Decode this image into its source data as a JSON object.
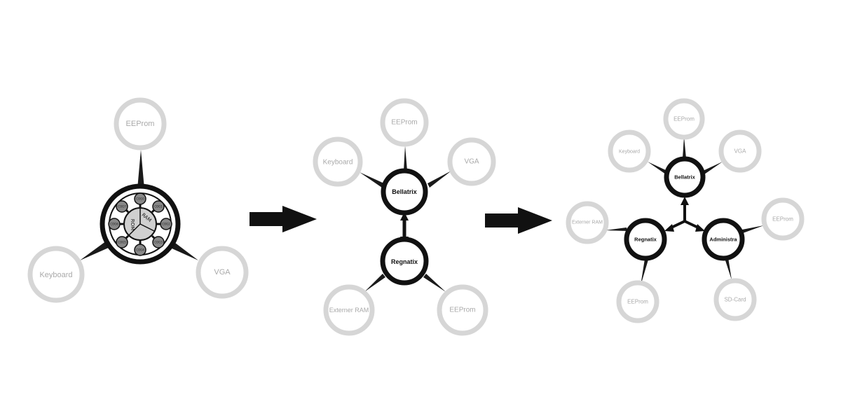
{
  "stage1": {
    "peripherals": {
      "eeprom": "EEProm",
      "keyboard": "Keyboard",
      "vga": "VGA"
    },
    "core": {
      "ram": "RAM",
      "rom": "ROM",
      "cogs": [
        "COG0",
        "COG1",
        "COG2",
        "COG3",
        "COG4",
        "COG5",
        "COG6",
        "COG7"
      ]
    }
  },
  "stage2": {
    "cpus": {
      "top": "Bellatrix",
      "bottom": "Regnatix"
    },
    "peripherals": {
      "eeprom_top": "EEProm",
      "keyboard": "Keyboard",
      "vga": "VGA",
      "external_ram": "Externer RAM",
      "eeprom_bottom": "EEProm"
    }
  },
  "stage3": {
    "cpus": {
      "top": "Bellatrix",
      "left": "Regnatix",
      "right": "Administra"
    },
    "peripherals": {
      "eeprom_top": "EEProm",
      "keyboard": "Keyboard",
      "vga": "VGA",
      "external_ram": "Externer RAM",
      "eeprom_left": "EEProm",
      "eeprom_right": "EEProm",
      "sd_card": "SD-Card"
    }
  }
}
